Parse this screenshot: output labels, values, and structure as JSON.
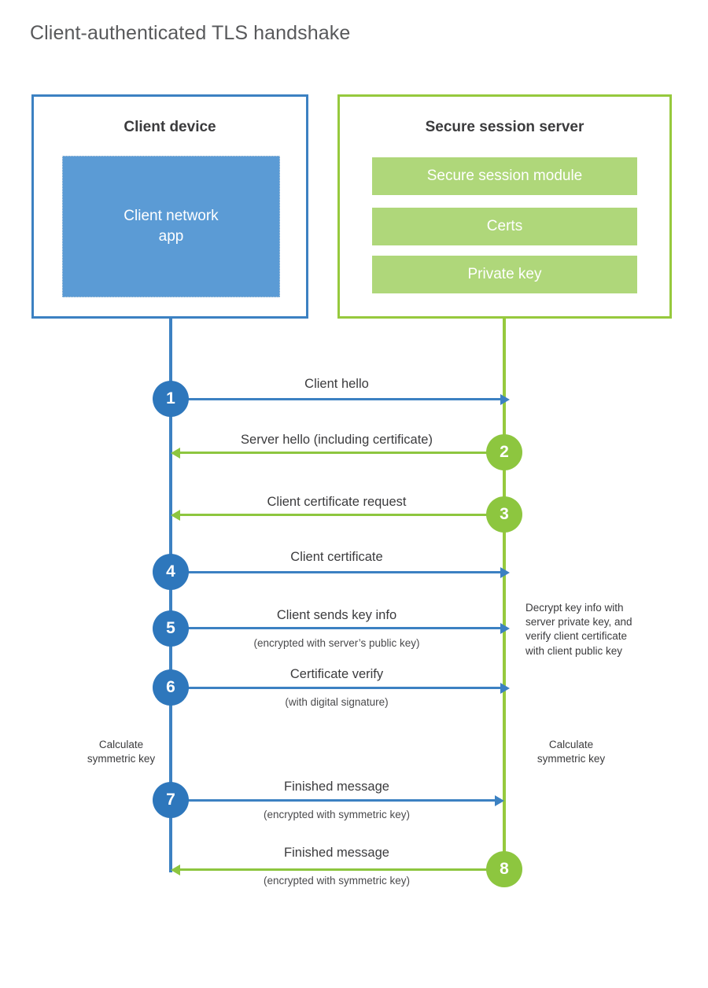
{
  "title": "Client-authenticated TLS handshake",
  "colors": {
    "blue_border": "#3C81C2",
    "blue_fill": "#5B9BD5",
    "blue_circle": "#2E77BC",
    "green_border": "#96C93D",
    "green_fill": "#AFD77A",
    "green_circle": "#8DC63F",
    "text": "#3b3b3d",
    "title_text": "#58595b",
    "background": "#ffffff"
  },
  "client": {
    "title": "Client device",
    "app_label": "Client network\napp"
  },
  "server": {
    "title": "Secure session server",
    "blocks": [
      {
        "label": "Secure session module"
      },
      {
        "label": "Certs"
      },
      {
        "label": "Private key"
      }
    ]
  },
  "steps": [
    {
      "number": "1",
      "label": "Client hello",
      "sub": "",
      "direction": "client-to-server",
      "color": "blue"
    },
    {
      "number": "2",
      "label": "Server hello (including certificate)",
      "sub": "",
      "direction": "server-to-client",
      "color": "green"
    },
    {
      "number": "3",
      "label": "Client certificate request",
      "sub": "",
      "direction": "server-to-client",
      "color": "green"
    },
    {
      "number": "4",
      "label": "Client certificate",
      "sub": "",
      "direction": "client-to-server",
      "color": "blue"
    },
    {
      "number": "5",
      "label": "Client sends key info",
      "sub": "(encrypted with server’s public key)",
      "direction": "client-to-server",
      "color": "blue"
    },
    {
      "number": "6",
      "label": "Certificate verify",
      "sub": "(with digital signature)",
      "direction": "client-to-server",
      "color": "blue"
    },
    {
      "number": "7",
      "label": "Finished message",
      "sub": "(encrypted with symmetric key)",
      "direction": "client-to-server",
      "color": "blue"
    },
    {
      "number": "8",
      "label": "Finished message",
      "sub": "(encrypted with symmetric key)",
      "direction": "server-to-client",
      "color": "green"
    }
  ],
  "notes": {
    "server_decrypt": "Decrypt key info with\nserver private key, and\nverify client certificate\nwith client public key",
    "client_calc": "Calculate\nsymmetric key",
    "server_calc": "Calculate\nsymmetric key"
  }
}
